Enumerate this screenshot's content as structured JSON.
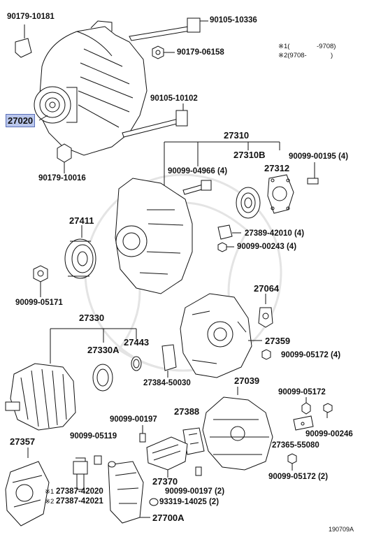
{
  "labels": {
    "p90179_10181": "90179-10181",
    "p90105_10336": "90105-10336",
    "p90179_06158": "90179-06158",
    "p90105_10102": "90105-10102",
    "p27020": "27020",
    "p90179_10016": "90179-10016",
    "p27310": "27310",
    "p27310B": "27310B",
    "p90099_00195": "90099-00195 (4)",
    "p90099_04966": "90099-04966 (4)",
    "p27312": "27312",
    "p27411": "27411",
    "p27389_42010": "27389-42010 (4)",
    "p90099_00243": "90099-00243 (4)",
    "p90099_05171": "90099-05171",
    "p27064": "27064",
    "p27330": "27330",
    "p27330A": "27330A",
    "p27443": "27443",
    "p27359": "27359",
    "p90099_05172_4": "90099-05172 (4)",
    "p27384_50030": "27384-50030",
    "p27039": "27039",
    "p90099_05172": "90099-05172",
    "p90099_00197": "90099-00197",
    "p27388": "27388",
    "p90099_05119": "90099-05119",
    "p90099_00246": "90099-00246",
    "p27357": "27357",
    "p27365_55080": "27365-55080",
    "p27370": "27370",
    "p90099_00197_2": "90099-00197 (2)",
    "p90099_05172_2": "90099-05172 (2)",
    "p27387_42020": "27387-42020",
    "p27387_42021": "27387-42021",
    "p93319_14025": "93319-14025 (2)",
    "p27700A": "27700A"
  },
  "notes": {
    "n1a": "※1(",
    "n1b": "-9708)",
    "n2a": "※2(9708-",
    "n2b": ")",
    "m1": "※1",
    "m2": "※2"
  },
  "figure_code": "190709A",
  "colors": {
    "highlight": "#b9c6ec",
    "ink": "#111111"
  }
}
